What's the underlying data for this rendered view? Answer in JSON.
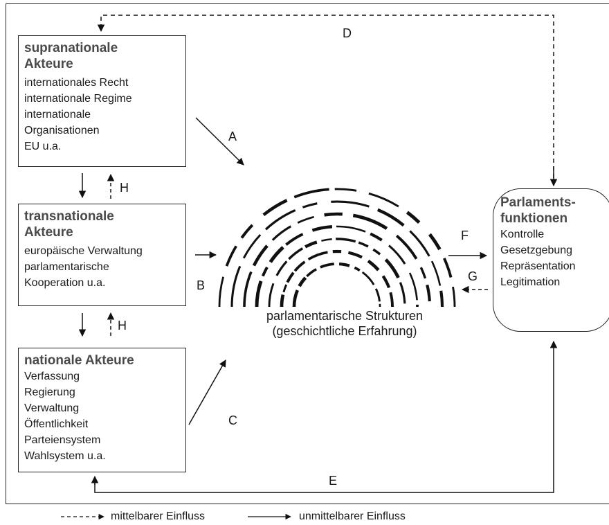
{
  "boxes": {
    "supranational": {
      "title": [
        "supranationale",
        "Akteure"
      ],
      "items": [
        "internationales Recht",
        "internationale Regime",
        "internationale",
        "Organisationen",
        "EU u.a."
      ]
    },
    "transnational": {
      "title": [
        "transnationale",
        "Akteure"
      ],
      "items": [
        "europäische Verwaltung",
        "parlamentarische",
        "Kooperation u.a."
      ]
    },
    "national": {
      "title": [
        "nationale Akteure"
      ],
      "items": [
        "Verfassung",
        "Regierung",
        "Verwaltung",
        "Öffentlichkeit",
        "Parteiensystem",
        "Wahlsystem u.a."
      ]
    },
    "parlament": {
      "title": [
        "Parlaments-",
        "funktionen"
      ],
      "items": [
        "Kontrolle",
        "Gesetzgebung",
        "Repräsentation",
        "Legitimation"
      ]
    }
  },
  "center": {
    "caption_line1": "parlamentarische Strukturen",
    "caption_line2": "(geschichtliche Erfahrung)"
  },
  "arrow_labels": {
    "A": "A",
    "B": "B",
    "C": "C",
    "D": "D",
    "E": "E",
    "F": "F",
    "G": "G",
    "H1": "H",
    "H2": "H"
  },
  "legend": {
    "dashed": "mittelbarer Einfluss",
    "solid": "unmittelbarer Einfluss"
  }
}
